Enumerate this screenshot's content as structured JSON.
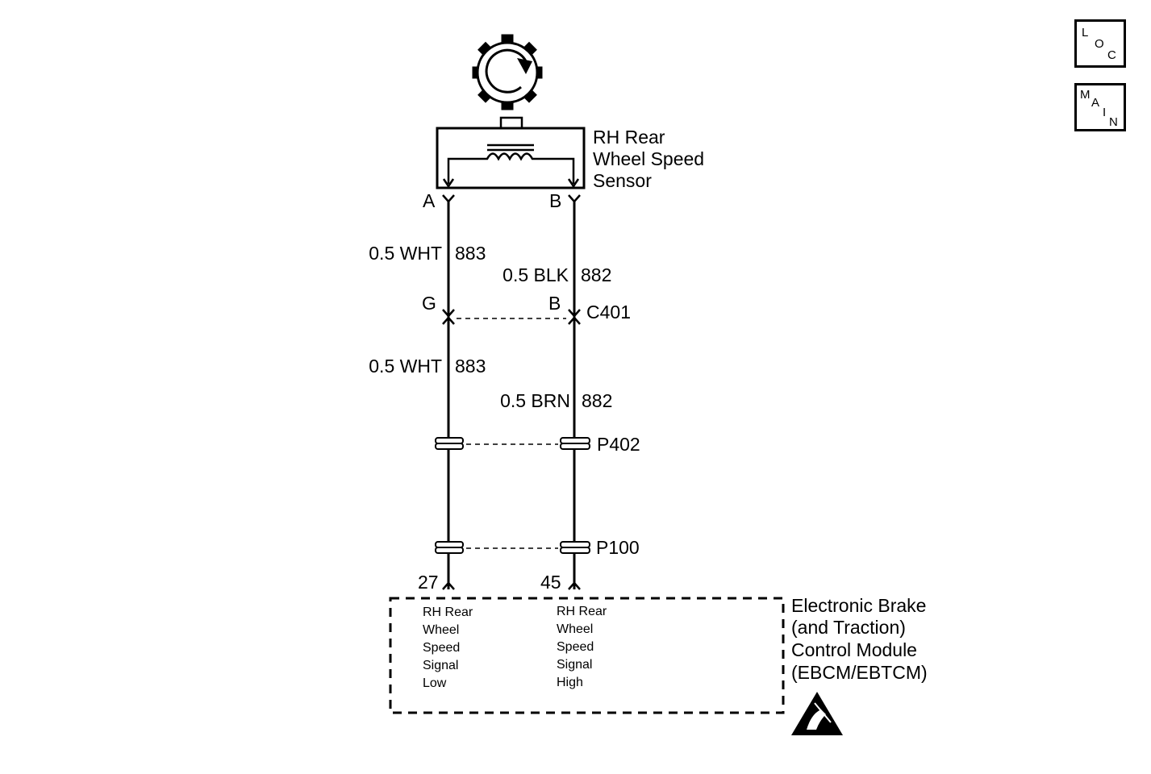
{
  "nav": {
    "loc": [
      "L",
      "O",
      "C"
    ],
    "main": [
      "M",
      "A",
      "I",
      "N"
    ]
  },
  "sensor": {
    "name_lines": [
      "RH Rear",
      "Wheel Speed",
      "Sensor"
    ],
    "terminal_a": "A",
    "terminal_b": "B"
  },
  "wires": {
    "upper_left": "0.5 WHT",
    "upper_left_circuit": "883",
    "upper_right": "0.5 BLK",
    "upper_right_circuit": "882",
    "lower_left": "0.5 WHT",
    "lower_left_circuit": "883",
    "lower_right": "0.5 BRN",
    "lower_right_circuit": "882"
  },
  "connectors": {
    "c401": {
      "name": "C401",
      "pin_left": "G",
      "pin_right": "B"
    },
    "p402": "P402",
    "p100": "P100"
  },
  "module": {
    "pin_left": "27",
    "pin_right": "45",
    "name_lines": [
      "Electronic Brake",
      "(and Traction)",
      "Control Module",
      "(EBCM/EBTCM)"
    ],
    "left_signal_lines": [
      "RH Rear",
      "Wheel",
      "Speed",
      "Signal",
      "Low"
    ],
    "right_signal_lines": [
      "RH Rear",
      "Wheel",
      "Speed",
      "Signal",
      "High"
    ]
  },
  "icons": {
    "wheel": "tone-wheel-icon",
    "coil": "inductor-coil-icon",
    "esd": "esd-warning-icon"
  }
}
